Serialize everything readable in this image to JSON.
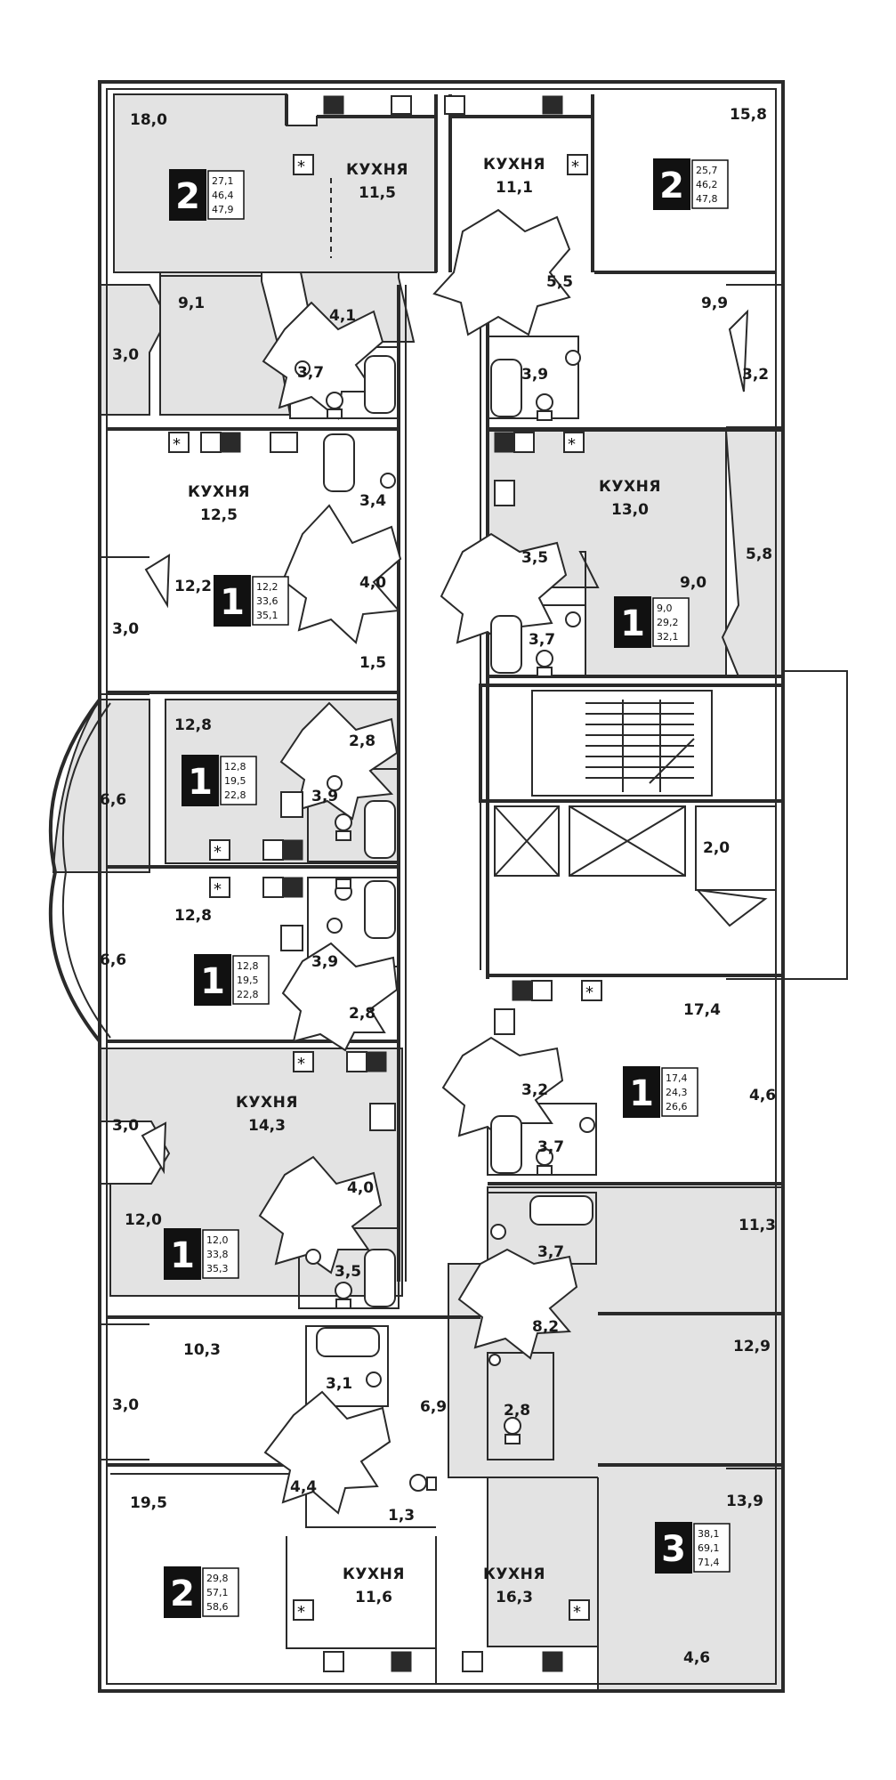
{
  "kitchen_word": "КУХНЯ",
  "apartments": [
    {
      "id": "a1",
      "rooms": "2",
      "totals": [
        "27,1",
        "46,4",
        "47,9"
      ]
    },
    {
      "id": "a2",
      "rooms": "2",
      "totals": [
        "25,7",
        "46,2",
        "47,8"
      ]
    },
    {
      "id": "a3",
      "rooms": "1",
      "totals": [
        "12,2",
        "33,6",
        "35,1"
      ]
    },
    {
      "id": "a4",
      "rooms": "1",
      "totals": [
        "9,0",
        "29,2",
        "32,1"
      ]
    },
    {
      "id": "a5",
      "rooms": "1",
      "totals": [
        "12,8",
        "19,5",
        "22,8"
      ]
    },
    {
      "id": "a6",
      "rooms": "1",
      "totals": [
        "12,8",
        "19,5",
        "22,8"
      ]
    },
    {
      "id": "a7",
      "rooms": "1",
      "totals": [
        "17,4",
        "24,3",
        "26,6"
      ]
    },
    {
      "id": "a8",
      "rooms": "1",
      "totals": [
        "12,0",
        "33,8",
        "35,3"
      ]
    },
    {
      "id": "a9",
      "rooms": "2",
      "totals": [
        "29,8",
        "57,1",
        "58,6"
      ]
    },
    {
      "id": "a10",
      "rooms": "3",
      "totals": [
        "38,1",
        "69,1",
        "71,4"
      ]
    }
  ],
  "kitchens": [
    "11,5",
    "11,1",
    "12,5",
    "13,0",
    "14,3",
    "11,6",
    "16,3"
  ],
  "areas": [
    "18,0",
    "15,8",
    "5,5",
    "9,1",
    "4,1",
    "9,9",
    "3,0",
    "3,7",
    "3,9",
    "3,2",
    "3,4",
    "3,5",
    "5,8",
    "12,2",
    "4,0",
    "9,0",
    "3,0",
    "3,7",
    "1,5",
    "12,8",
    "2,8",
    "6,6",
    "3,9",
    "2,0",
    "12,8",
    "6,6",
    "3,9",
    "2,8",
    "17,4",
    "3,2",
    "3,0",
    "4,6",
    "3,7",
    "4,0",
    "12,0",
    "11,3",
    "3,7",
    "3,5",
    "8,2",
    "10,3",
    "12,9",
    "3,1",
    "3,0",
    "6,9",
    "2,8",
    "4,4",
    "19,5",
    "1,3",
    "13,9",
    "4,6"
  ]
}
